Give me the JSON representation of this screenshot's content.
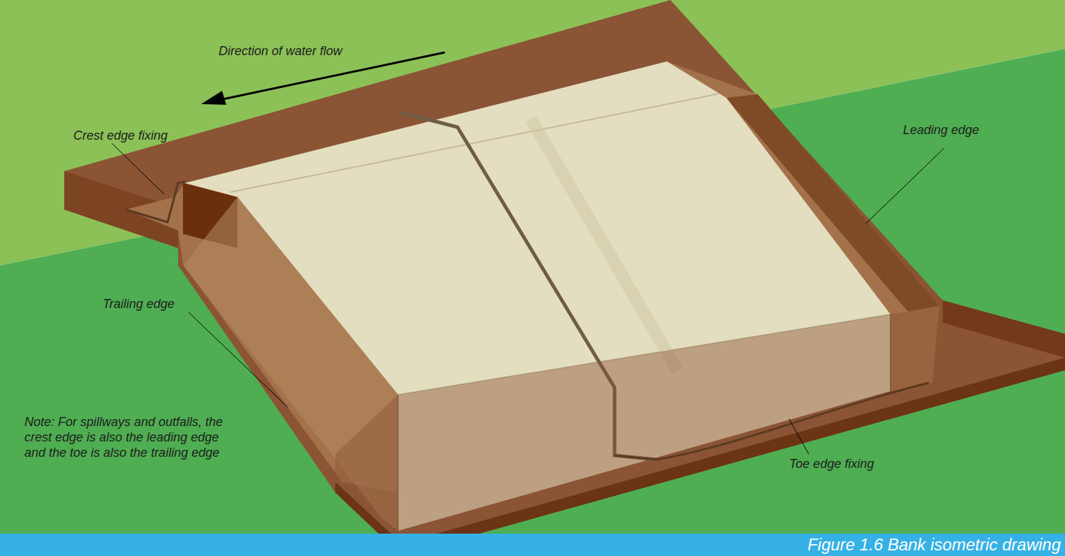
{
  "diagram": {
    "caption": "Figure 1.6 Bank isometric drawing",
    "labels": [
      "Direction of water flow",
      "Crest edge fixing",
      "Leading edge",
      "Trailing edge",
      "Toe edge fixing",
      "Note: For spillways and outfalls, the crest edge is also the leading edge and the toe is also the trailing edge"
    ]
  }
}
